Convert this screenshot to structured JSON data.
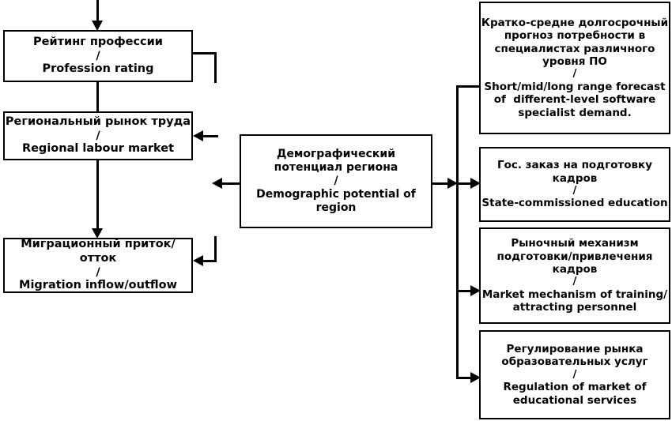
{
  "diagram": {
    "title": "Demographic potential of region influence scheme",
    "stroke_color": "#000000",
    "background_color": "#ffffff",
    "separator": "/",
    "boxes": {
      "profession_rating": {
        "ru": "Рейтинг профессии",
        "sep": "/",
        "en": "Profession rating"
      },
      "regional_labour_market": {
        "ru": "Региональный рынок труда",
        "sep": "/",
        "en": "Regional labour market"
      },
      "migration": {
        "ru": "Миграционный приток/отток",
        "sep": "/",
        "en": "Migration inflow/outflow"
      },
      "demographic_potential": {
        "ru": "Демографический потенциал региона",
        "sep": "/",
        "en": "Demographic potential of region"
      },
      "forecast": {
        "ru": "Кратко-средне долгосрочный прогноз потребности в специалистах различного уровня ПО",
        "sep": "/",
        "en": "Short/mid/long range forecast of  different-level software specialist demand."
      },
      "state_order": {
        "ru": "Гос. заказ на подготовку кадров",
        "sep": "/",
        "en": "State-commissioned education"
      },
      "market_mechanism": {
        "ru": "Рыночный механизм подготовки/привлечения кадров",
        "sep": "/",
        "en": "Market mechanism of training/ attracting personnel"
      },
      "regulation": {
        "ru": "Регулирование рынка образовательных услуг",
        "sep": "/",
        "en": "Regulation of market of educational services"
      }
    },
    "connectors": [
      {
        "name": "incoming-top-to-profession-rating",
        "kind": "arrow-down"
      },
      {
        "name": "profession-rating-down-to-migration",
        "kind": "arrow-down"
      },
      {
        "name": "profession-rating-right-stub",
        "kind": "line"
      },
      {
        "name": "demographic-to-regional-labour-market",
        "kind": "arrow-left"
      },
      {
        "name": "demographic-left-branch",
        "kind": "arrow-left"
      },
      {
        "name": "demographic-to-migration",
        "kind": "arrow-left"
      },
      {
        "name": "demographic-to-right-bus",
        "kind": "arrow-right"
      },
      {
        "name": "right-bus-to-forecast",
        "kind": "line"
      },
      {
        "name": "right-bus-to-state-order",
        "kind": "arrow-right"
      },
      {
        "name": "right-bus-to-market-mechanism",
        "kind": "arrow-right"
      },
      {
        "name": "right-bus-to-regulation",
        "kind": "arrow-right"
      }
    ]
  }
}
